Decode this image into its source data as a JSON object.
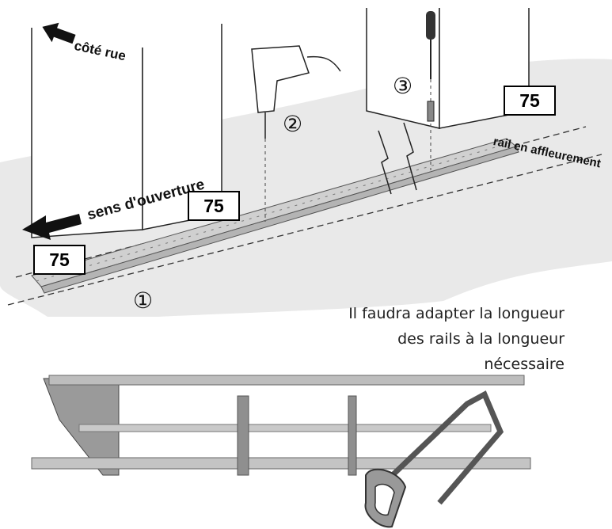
{
  "labels": {
    "street_side": "côté rue",
    "opening_direction": "sens d'ouverture",
    "flush_rail": "rail en affleurement",
    "dim_left": "75",
    "dim_mid": "75",
    "dim_right": "75",
    "callout_1": "①",
    "callout_2": "②",
    "callout_3": "③"
  },
  "note": {
    "line1": "Il faudra adapter la longueur",
    "line2": "des rails à la longueur",
    "line3": "nécessaire"
  },
  "colors": {
    "floor": "#e9e9e9",
    "rail": "#c8c8c8",
    "frame": "#8a8a8a",
    "ink": "#111111"
  }
}
